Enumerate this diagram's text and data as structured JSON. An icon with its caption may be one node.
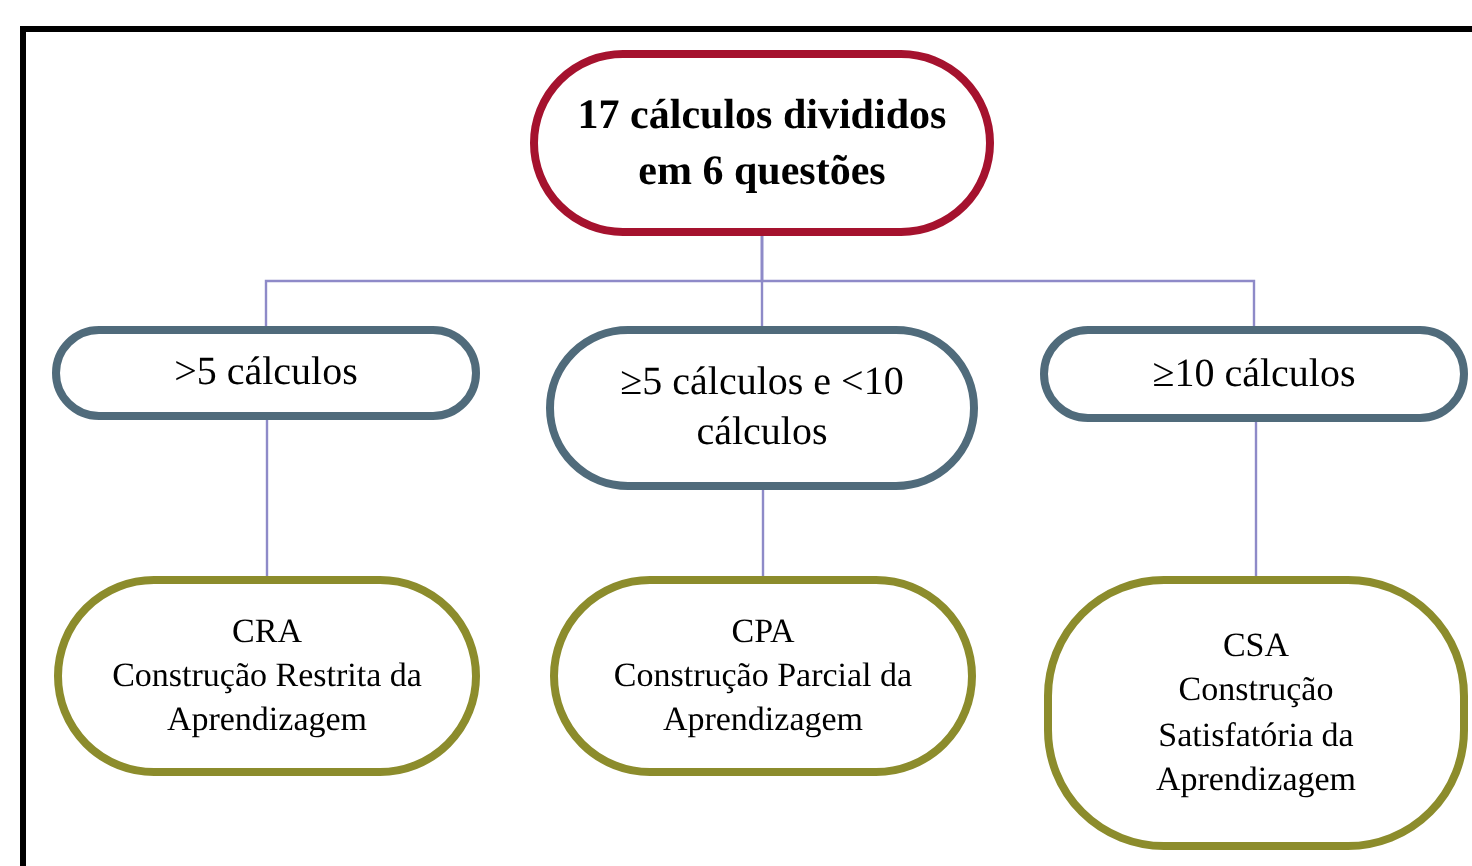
{
  "diagram": {
    "nodes": [
      {
        "text": [
          "17 cálculos divididos em 6 questões"
        ]
      },
      {
        "text": [
          ">5 cálculos"
        ]
      },
      {
        "text": [
          "≥5 cálculos e <10 cálculos"
        ]
      },
      {
        "text": [
          "≥10 cálculos"
        ]
      },
      {
        "text": [
          "CRA",
          "Construção Restrita da Aprendizagem"
        ]
      },
      {
        "text": [
          "CPA",
          "Construção Parcial da Aprendizagem"
        ]
      },
      {
        "text": [
          "CSA",
          "Construção Satisfatória da Aprendizagem"
        ]
      }
    ],
    "edges": [
      {
        "from": 0,
        "to": 1,
        "arrow": "none"
      },
      {
        "from": 0,
        "to": 2,
        "arrow": "none"
      },
      {
        "from": 0,
        "to": 3,
        "arrow": "none"
      },
      {
        "from": 1,
        "to": 4,
        "arrow": "none"
      },
      {
        "from": 2,
        "to": 5,
        "arrow": "none"
      },
      {
        "from": 3,
        "to": 6,
        "arrow": "none"
      }
    ]
  }
}
